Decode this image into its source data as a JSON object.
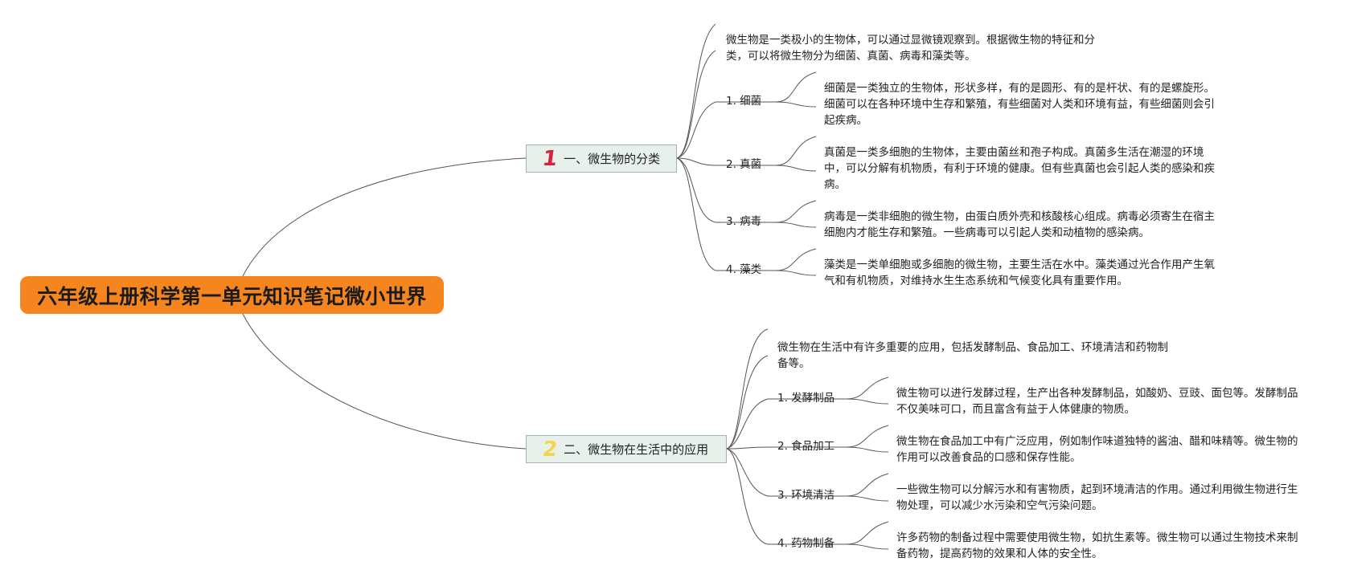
{
  "root": {
    "title": "六年级上册科学第一单元知识笔记微小世界"
  },
  "branches": [
    {
      "number": "1",
      "title": "一、微生物的分类",
      "intro": "微生物是一类极小的生物体，可以通过显微镜观察到。根据微生物的特征和分类，可以将微生物分为细菌、真菌、病毒和藻类等。",
      "topics": [
        {
          "label": "1. 细菌",
          "detail": "细菌是一类独立的生物体，形状多样，有的是圆形、有的是杆状、有的是螺旋形。细菌可以在各种环境中生存和繁殖，有些细菌对人类和环境有益，有些细菌则会引起疾病。"
        },
        {
          "label": "2. 真菌",
          "detail": "真菌是一类多细胞的生物体，主要由菌丝和孢子构成。真菌多生活在潮湿的环境中，可以分解有机物质，有利于环境的健康。但有些真菌也会引起人类的感染和疾病。"
        },
        {
          "label": "3. 病毒",
          "detail": "病毒是一类非细胞的微生物，由蛋白质外壳和核酸核心组成。病毒必须寄生在宿主细胞内才能生存和繁殖。一些病毒可以引起人类和动植物的感染病。"
        },
        {
          "label": "4. 藻类",
          "detail": "藻类是一类单细胞或多细胞的微生物，主要生活在水中。藻类通过光合作用产生氧气和有机物质，对维持水生生态系统和气候变化具有重要作用。"
        }
      ]
    },
    {
      "number": "2",
      "title": "二、微生物在生活中的应用",
      "intro": "微生物在生活中有许多重要的应用，包括发酵制品、食品加工、环境清洁和药物制备等。",
      "topics": [
        {
          "label": "1. 发酵制品",
          "detail": "微生物可以进行发酵过程，生产出各种发酵制品，如酸奶、豆豉、面包等。发酵制品不仅美味可口，而且富含有益于人体健康的物质。"
        },
        {
          "label": "2. 食品加工",
          "detail": "微生物在食品加工中有广泛应用，例如制作味道独特的酱油、醋和味精等。微生物的作用可以改善食品的口感和保存性能。"
        },
        {
          "label": "3. 环境清洁",
          "detail": "一些微生物可以分解污水和有害物质，起到环境清洁的作用。通过利用微生物进行生物处理，可以减少水污染和空气污染问题。"
        },
        {
          "label": "4. 药物制备",
          "detail": "许多药物的制备过程中需要使用微生物，如抗生素等。微生物可以通过生物技术来制备药物，提高药物的效果和人体的安全性。"
        }
      ]
    }
  ]
}
